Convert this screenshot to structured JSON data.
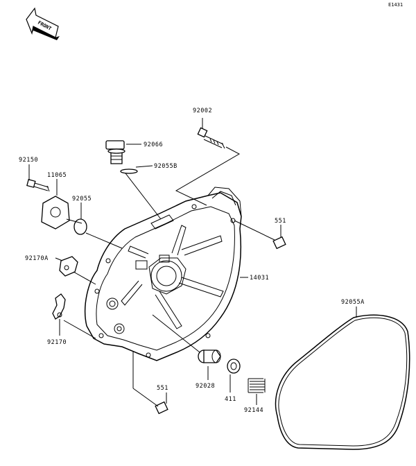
{
  "diagram": {
    "code": "E1431",
    "front_arrow_text": "FRONT",
    "parts": {
      "p92002": "92002",
      "p92066": "92066",
      "p92055B": "92055B",
      "p92150": "92150",
      "p11065": "11065",
      "p92055": "92055",
      "p551_top": "551",
      "p92170A": "92170A",
      "p14031": "14031",
      "p92055A": "92055A",
      "p92170": "92170",
      "p551_bottom": "551",
      "p92028": "92028",
      "p411": "411",
      "p92144": "92144"
    }
  }
}
